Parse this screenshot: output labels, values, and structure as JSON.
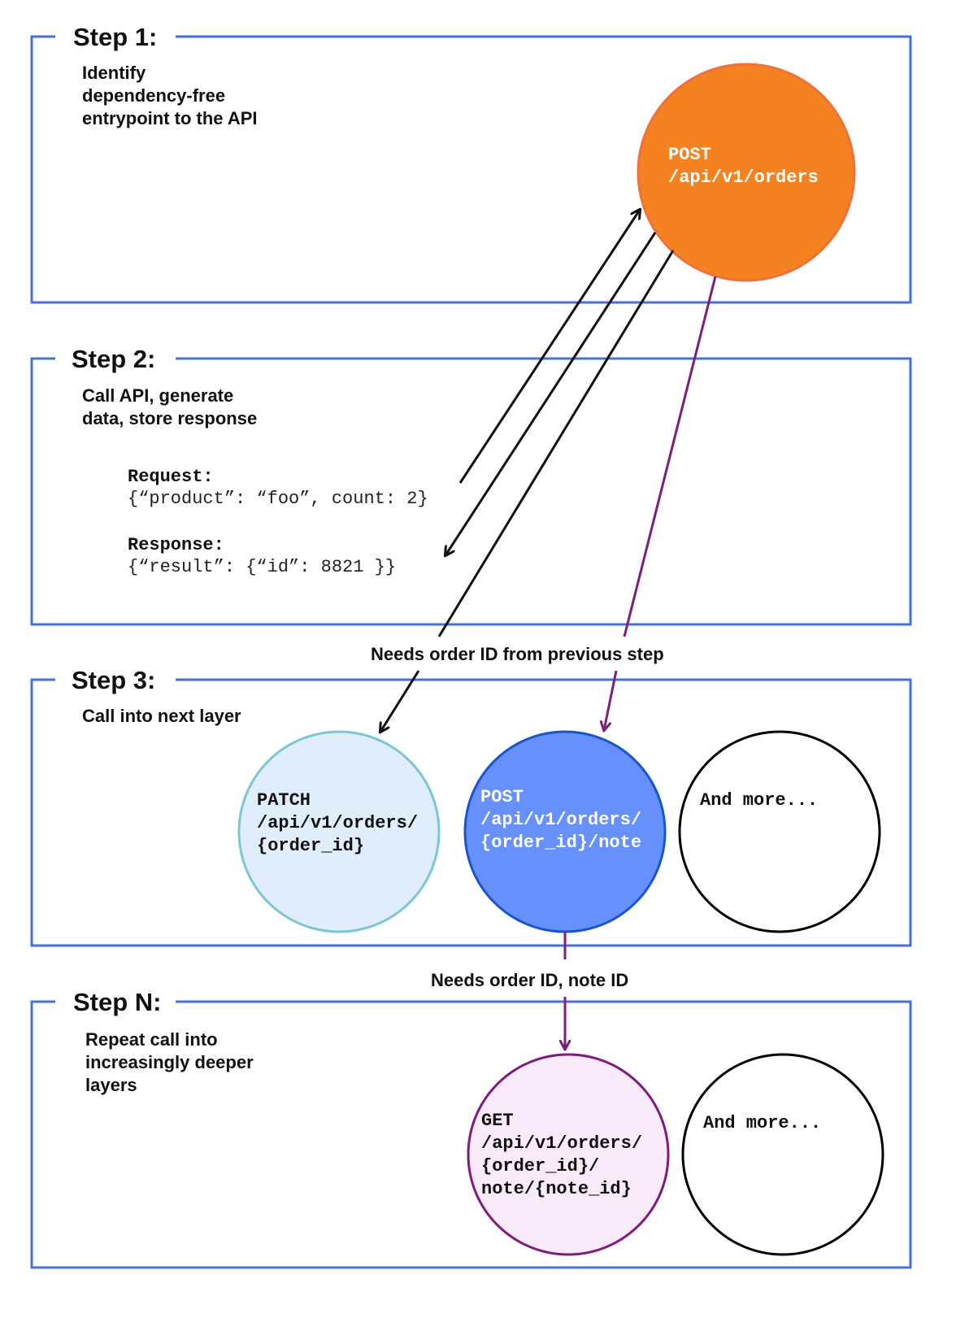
{
  "steps": [
    {
      "title": "Step 1:",
      "description": [
        "Identify",
        "dependency-free",
        "entrypoint to the API"
      ]
    },
    {
      "title": "Step 2:",
      "description": [
        "Call API, generate",
        "data, store response"
      ]
    },
    {
      "title": "Step 3:",
      "description": [
        "Call into next layer"
      ]
    },
    {
      "title": "Step N:",
      "description": [
        "Repeat call into",
        "increasingly deeper",
        "layers"
      ]
    }
  ],
  "example": {
    "request_label": "Request:",
    "request_body": "{“product”: “foo”, count: 2}",
    "response_label": "Response:",
    "response_body": "{“result”: {“id”: 8821 }}"
  },
  "nodes": {
    "post_orders": {
      "lines": [
        "POST",
        "/api/v1/orders"
      ],
      "fill": "#f58220",
      "stroke": "#f0703a",
      "text_color": "#ffffff"
    },
    "patch_order": {
      "lines": [
        "PATCH",
        "/api/v1/orders/",
        "{order_id}"
      ],
      "fill": "#e0edfb",
      "stroke": "#7cc6d6",
      "text_color": "#111111"
    },
    "post_note": {
      "lines": [
        "POST",
        "/api/v1/orders/",
        "{order_id}/note"
      ],
      "fill": "#6690fb",
      "stroke": "#1855d0",
      "text_color": "#ffffff"
    },
    "more_step3": {
      "lines": [
        "And more..."
      ],
      "fill": "#ffffff",
      "stroke": "#000000",
      "text_color": "#111111"
    },
    "get_note": {
      "lines": [
        "GET",
        "/api/v1/orders/",
        "{order_id}/",
        "note/{note_id}"
      ],
      "fill": "#f8eaf8",
      "stroke": "#801a80",
      "text_color": "#111111"
    },
    "more_stepn": {
      "lines": [
        "And more..."
      ],
      "fill": "#ffffff",
      "stroke": "#000000",
      "text_color": "#111111"
    }
  },
  "connectors": {
    "needs_order_id": "Needs order ID from previous step",
    "needs_order_and_note_id": "Needs order ID, note ID"
  },
  "colors": {
    "section_border": "#4472d9",
    "purple_arrow": "#7b1f7b",
    "black_arrow": "#111111"
  }
}
